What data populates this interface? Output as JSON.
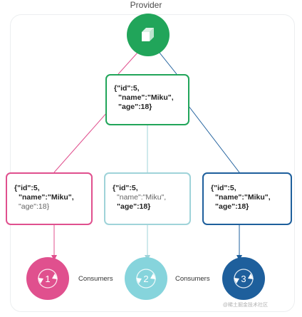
{
  "diagram": {
    "provider_label": "Provider",
    "provider_record": {
      "line1": "{\"id\":5,",
      "name_key": "\"name\"",
      "name_value": ":\"Miku\",",
      "age_key": "\"age\"",
      "age_value": ":18}"
    },
    "consumers": [
      {
        "badge": "1",
        "color": "#e0508e",
        "record": {
          "line1": "{\"id\":5,",
          "name_key": "\"name\"",
          "name_value": ":\"Miku\",",
          "age_key": "\"age\"",
          "age_value": ":18}"
        }
      },
      {
        "badge": "2",
        "color": "#86d4dc",
        "record": {
          "line1": "{\"id\":5,",
          "name_key": "\"name\"",
          "name_value": ":\"Miku\",",
          "age_key": "\"age\"",
          "age_value": ":18}"
        }
      },
      {
        "badge": "3",
        "color": "#1e5f9c",
        "record": {
          "line1": "{\"id\":5,",
          "name_key": "\"name\"",
          "name_value": ":\"Miku\",",
          "age_key": "\"age\"",
          "age_value": ":18}"
        }
      }
    ],
    "consumer_labels": [
      "Consumers",
      "Consumers"
    ],
    "provider_color": "#21a55a",
    "watermark": "@稀土掘金技术社区"
  }
}
